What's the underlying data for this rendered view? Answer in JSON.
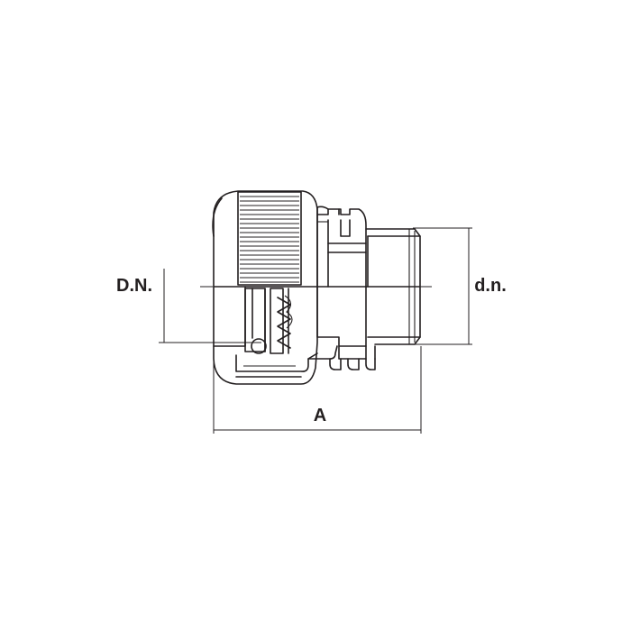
{
  "labels": {
    "nominal_diameter": "D.N.",
    "thread_diameter": "d.n.",
    "overall_length": "A"
  },
  "colors": {
    "line": "#231f20",
    "background": "#ffffff"
  }
}
